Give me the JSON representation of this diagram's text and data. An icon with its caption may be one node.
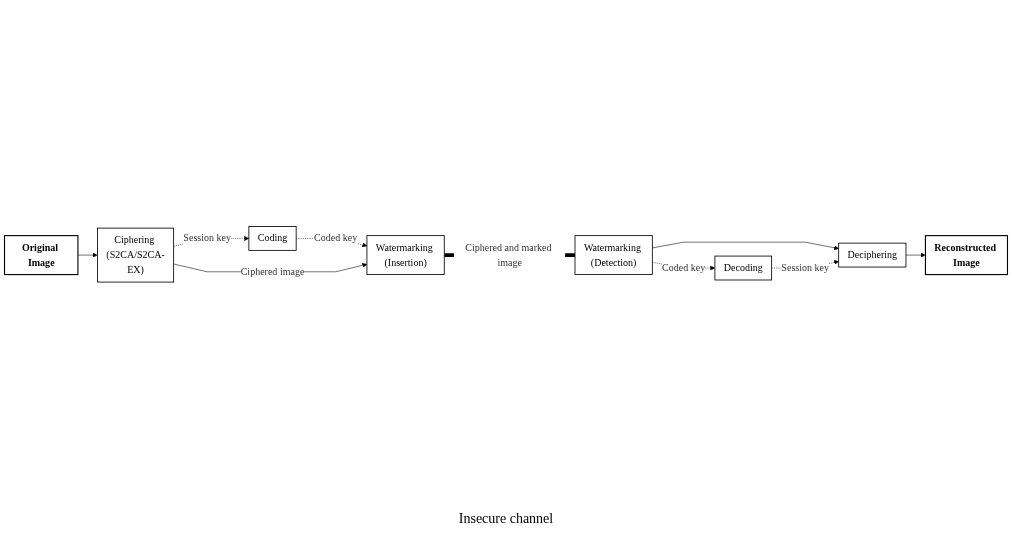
{
  "diagram": {
    "nodes": [
      {
        "text": [
          "Original Image"
        ]
      },
      {
        "text": [
          "Ciphering (S2CA/S2CA-EX)"
        ]
      },
      {
        "text": [
          "Coding"
        ]
      },
      {
        "text": [
          "Watermarking (Insertion)"
        ]
      },
      {
        "text": [
          "Reconstructed Image"
        ]
      },
      {
        "text": [
          "Deciphering"
        ]
      },
      {
        "text": [
          "Decoding"
        ]
      },
      {
        "text": [
          "Watermarking (Detection)"
        ]
      }
    ],
    "edges": [
      {
        "from": 0,
        "to": 1,
        "arrow": "to"
      },
      {
        "from": 1,
        "to": 2,
        "arrow": "to",
        "label": "Session key",
        "style": "dashed"
      },
      {
        "from": 2,
        "to": 3,
        "arrow": "to",
        "label": "Coded key",
        "style": "dashed"
      },
      {
        "from": 1,
        "to": 3,
        "arrow": "to",
        "label": "Ciphered image"
      },
      {
        "from": 3,
        "to": 7,
        "arrow": "none",
        "label": "Ciphered and marked image",
        "style": "thick"
      },
      {
        "from": 7,
        "to": 5,
        "arrow": "to"
      },
      {
        "from": 7,
        "to": 6,
        "arrow": "to",
        "label": "Coded key",
        "style": "dashed"
      },
      {
        "from": 6,
        "to": 5,
        "arrow": "to",
        "label": "Session key",
        "style": "dashed"
      },
      {
        "from": 5,
        "to": 4,
        "arrow": "to"
      }
    ],
    "labels": [
      "Insecure channel"
    ]
  }
}
